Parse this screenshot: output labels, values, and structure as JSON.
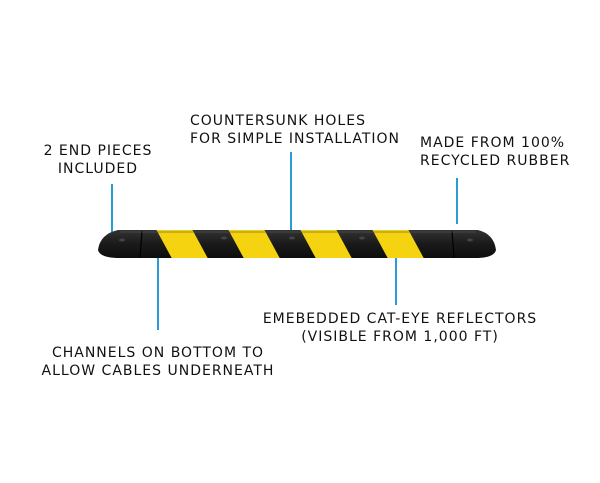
{
  "callouts": {
    "end_pieces": {
      "line1": "2 END PIECES",
      "line2": "INCLUDED"
    },
    "countersunk": {
      "line1": "COUNTERSUNK HOLES",
      "line2": "FOR SIMPLE INSTALLATION"
    },
    "recycled": {
      "line1": "MADE FROM 100%",
      "line2": "RECYCLED RUBBER"
    },
    "reflectors": {
      "line1": "EMEBEDDED CAT-EYE REFLECTORS",
      "line2": "(VISIBLE FROM 1,000 FT)"
    },
    "channels": {
      "line1": "CHANNELS ON BOTTOM TO",
      "line2": "ALLOW CABLES UNDERNEATH"
    }
  },
  "colors": {
    "bump_black": "#1a1a1a",
    "stripe_yellow": "#f5d310",
    "leader_blue": "#2b9bd8"
  }
}
